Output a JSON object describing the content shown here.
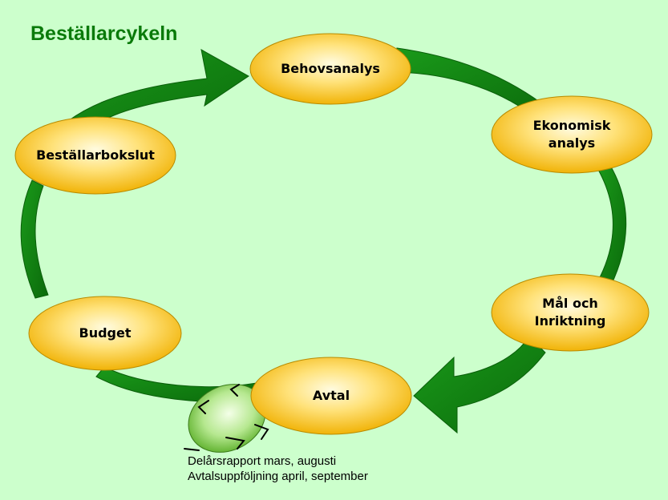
{
  "title": "Beställarcykeln",
  "nodes": {
    "behovsanalys": "Behovsanalys",
    "ekonomisk_analys": "Ekonomisk\nanalys",
    "mal_och_inriktning": "Mål och\nInriktning",
    "avtal": "Avtal",
    "budget": "Budget",
    "bestallarbokslut": "Beställarbokslut"
  },
  "followup": {
    "line1": "Delårsrapport mars, augusti",
    "line2": "Avtalsuppföljning april, september"
  },
  "colors": {
    "background": "#ccffcc",
    "title": "#0a7a0a",
    "arrow": "#118a11",
    "arrow_dark": "#0a5e0a",
    "node_fill_light": "#fff6c0",
    "node_fill_dark": "#f3b400",
    "followup_fill": "#7fcc40"
  }
}
